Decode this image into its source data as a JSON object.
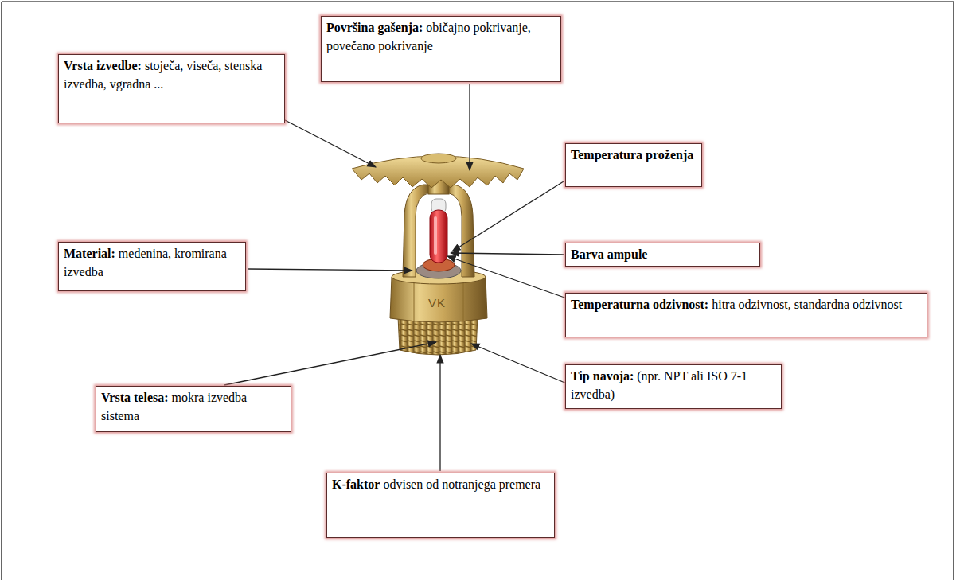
{
  "diagram": {
    "nodes": [
      {
        "text": [
          "Površina gašenja:",
          "običajno pokrivanje, povečano pokrivanje"
        ]
      },
      {
        "text": [
          "Vrsta izvedbe:",
          "stoječa, viseča, stenska izvedba, vgradna ..."
        ]
      },
      {
        "text": [
          "Temperatura proženja"
        ]
      },
      {
        "text": [
          "Material:",
          "medenina, kromirana izvedba"
        ]
      },
      {
        "text": [
          "Barva ampule"
        ]
      },
      {
        "text": [
          "Temperaturna odzivnost:",
          "hitra odzivnost, standardna odzivnost"
        ]
      },
      {
        "text": [
          "Vrsta telesa:",
          "mokra izvedba sistema"
        ]
      },
      {
        "text": [
          "Tip navoja:",
          "(npr. NPT ali ISO 7-1 izvedba)"
        ]
      },
      {
        "text": [
          "K-faktor",
          "odvisen od notranjega premera"
        ]
      }
    ],
    "labels": [
      "VK"
    ]
  }
}
